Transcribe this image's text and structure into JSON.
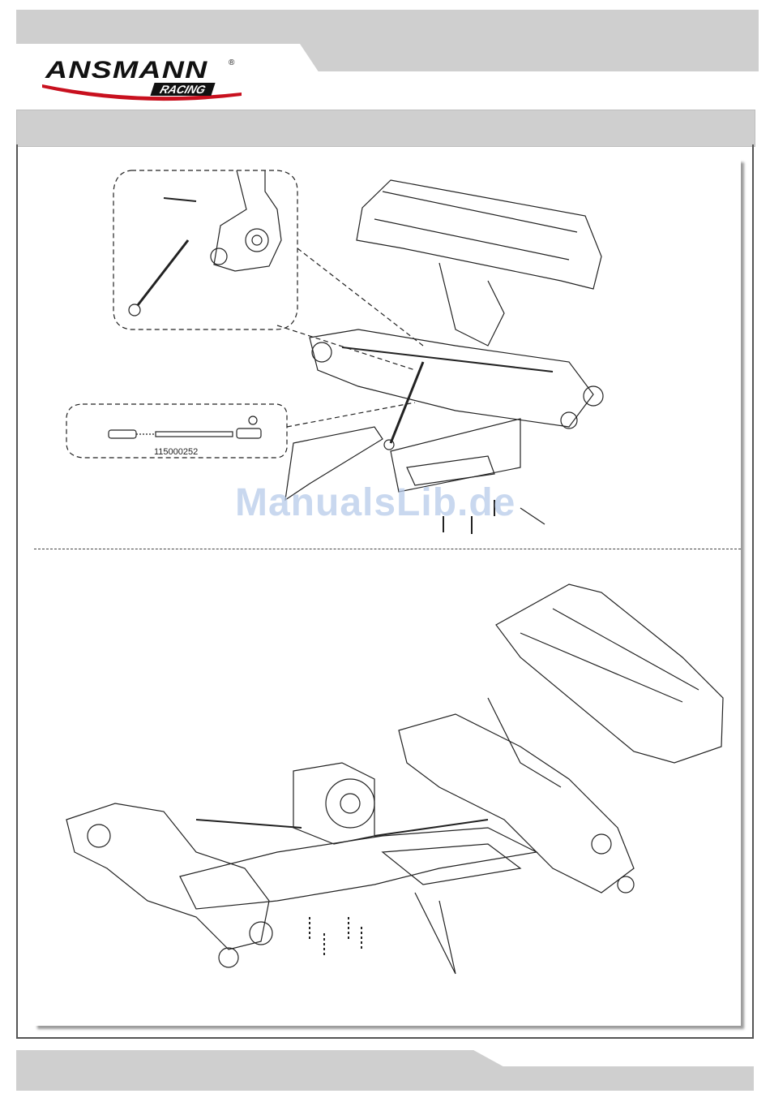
{
  "brand": {
    "name": "ANSMANN",
    "sub": "RACING",
    "registered": "®"
  },
  "callouts": {
    "part_number": "115000252"
  },
  "watermark": "ManualsLib.de"
}
